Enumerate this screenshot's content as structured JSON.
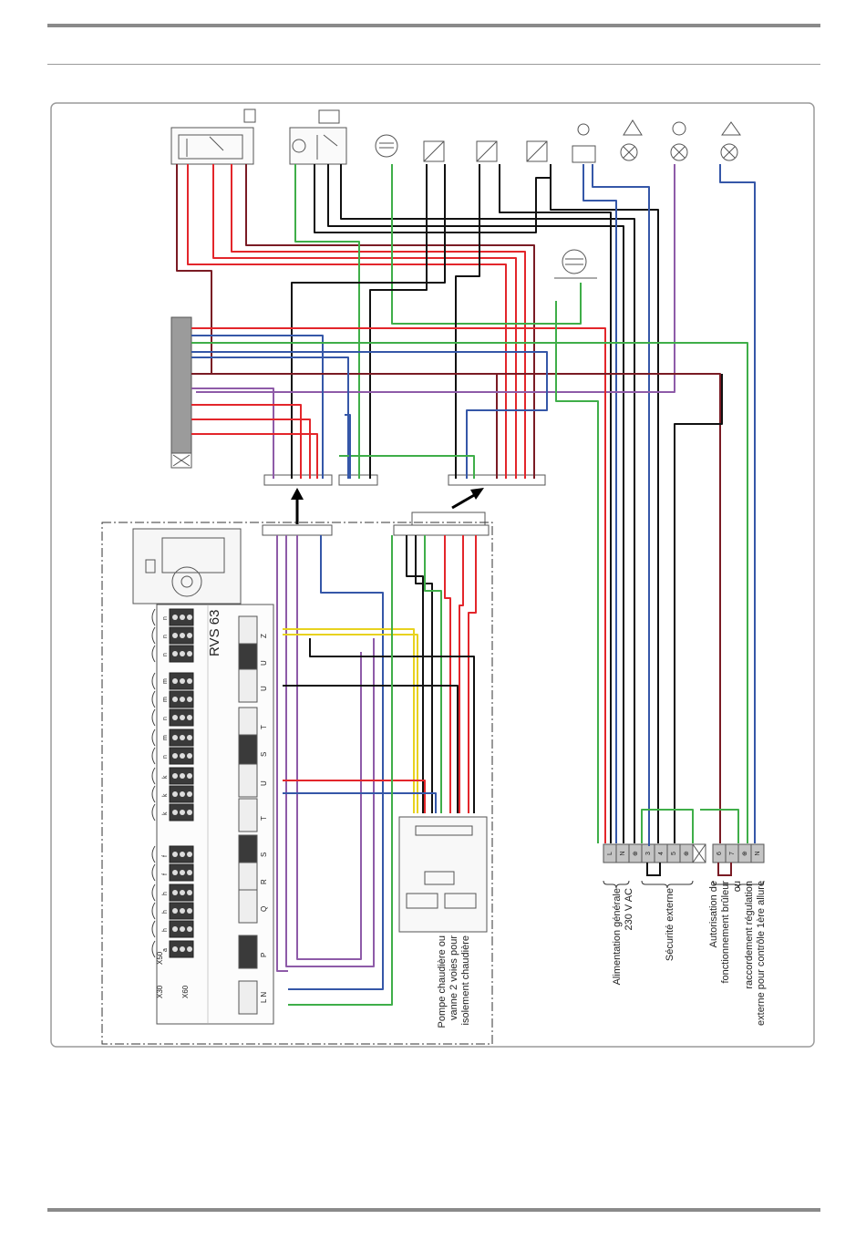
{
  "controller": {
    "model_label": "RVS 63",
    "x30_label": "X30",
    "x50_label": "X50",
    "x60_label": "X60",
    "slot_letters": [
      "Z",
      "U",
      "U",
      "T",
      "S",
      "U",
      "T",
      "S",
      "R",
      "Q",
      "P",
      "L N"
    ],
    "left_terminal_letters": [
      "n",
      "n",
      "n",
      "m",
      "m",
      "n",
      "m",
      "n",
      "k",
      "k",
      "k",
      "f",
      "f",
      "h",
      "h",
      "h",
      "a"
    ]
  },
  "terminal_block": {
    "labels": [
      "L",
      "N",
      "⊕",
      "3",
      "4",
      "5",
      "⊕",
      "6",
      "7",
      "⊕",
      "N"
    ]
  },
  "captions": {
    "boiler_pump": [
      "Pompe chaudière ou",
      "vanne 2 voies pour",
      "isolement chaudière"
    ],
    "power_supply": [
      "Alimentation générale",
      "230 V AC"
    ],
    "external_safety": [
      "Sécurité externe"
    ],
    "burner_enable": [
      "Autorisation de",
      "fonctionnement brûleur",
      "ou",
      "raccordement régulation",
      "externe pour contrôle 1ère allure"
    ]
  },
  "colors": {
    "red": "#e3262b",
    "darkred": "#7a1b24",
    "black": "#111111",
    "blue": "#3557a8",
    "green": "#3fae49",
    "purple": "#8e5ba8",
    "yellow": "#e8d21f",
    "grey": "#8f8f8f"
  }
}
